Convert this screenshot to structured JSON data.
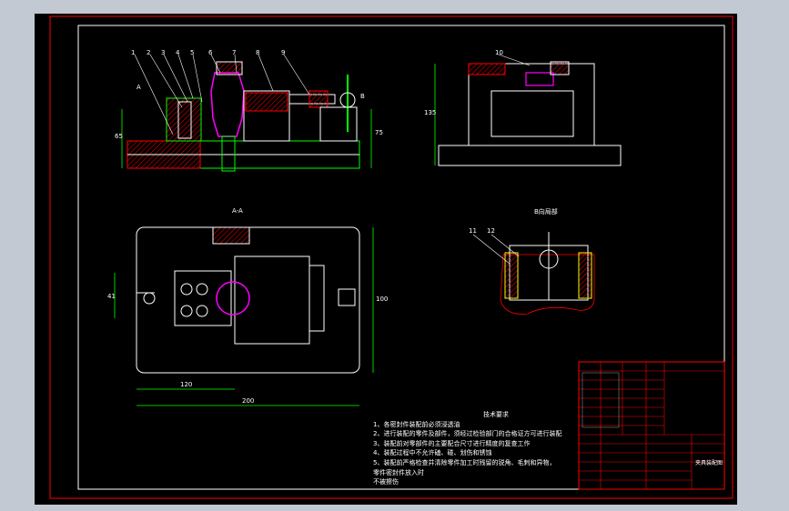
{
  "views": {
    "section_label": "A-A",
    "detail_label": "B向局部",
    "front_marker_a": "A",
    "front_marker_b": "B"
  },
  "dimensions": {
    "plan_width_inner": "120",
    "plan_width_total": "200",
    "plan_height": "100",
    "plan_slot": "41",
    "front_height": "65",
    "front_height_right": "75",
    "side_height": "135"
  },
  "part_numbers": [
    "1",
    "2",
    "3",
    "4",
    "5",
    "6",
    "7",
    "8",
    "9",
    "10",
    "11",
    "12"
  ],
  "technical_requirements": {
    "title": "技术要求",
    "items": [
      "1、各密封件装配前必须浸透油",
      "2、进行装配的零件及部件，须经过检验部门的合格证方可进行装配",
      "3、装配前对零部件的主要配合尺寸进行精度的复查工作",
      "4、装配过程中不允许磕、碰、划伤和锈蚀",
      "5、装配前严格检查并清除零件加工时残留的锐角、毛刺和异物，",
      "   零件密封件放入时",
      "   不被擦伤"
    ]
  },
  "title_block": {
    "drawing_title": "夹具装配图"
  },
  "colors": {
    "background": "#c2c9d3",
    "canvas": "#000000",
    "frame": "#ff0000",
    "geometry": "#ffffff",
    "section": "#00ff00",
    "hatch": "#ff0000",
    "accent": "#ff00ff",
    "detail": "#ffff00"
  }
}
